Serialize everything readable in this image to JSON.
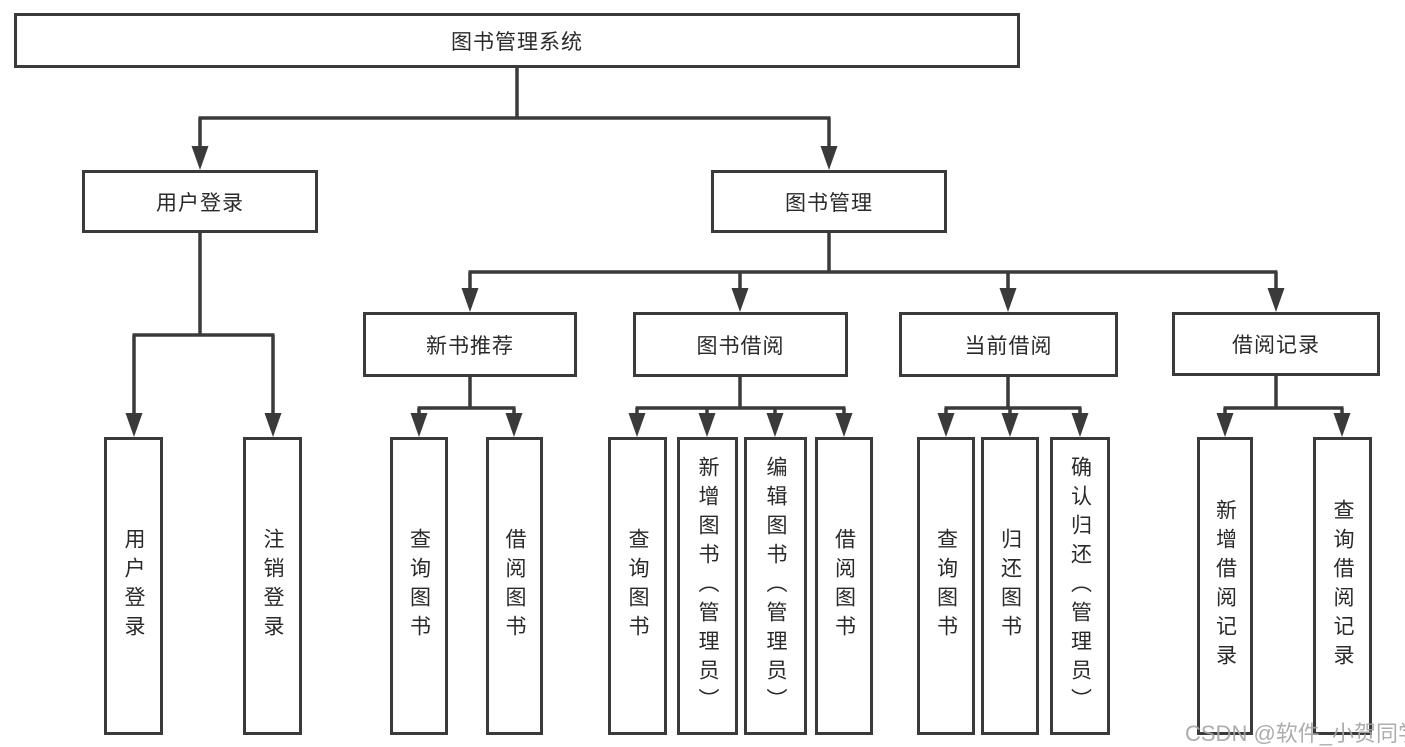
{
  "diagram": {
    "root": {
      "label": "图书管理系统"
    },
    "level2": [
      {
        "id": "user-login",
        "label": "用户登录"
      },
      {
        "id": "book-management",
        "label": "图书管理"
      }
    ],
    "level3": [
      {
        "id": "new-book-recommend",
        "parent": "图书管理",
        "label": "新书推荐"
      },
      {
        "id": "book-borrow",
        "parent": "图书管理",
        "label": "图书借阅"
      },
      {
        "id": "current-borrow",
        "parent": "图书管理",
        "label": "当前借阅"
      },
      {
        "id": "borrow-records",
        "parent": "图书管理",
        "label": "借阅记录"
      }
    ],
    "leaves": [
      {
        "parent": "用户登录",
        "label": "用户登录"
      },
      {
        "parent": "用户登录",
        "label": "注销登录"
      },
      {
        "parent": "新书推荐",
        "label": "查询图书"
      },
      {
        "parent": "新书推荐",
        "label": "借阅图书"
      },
      {
        "parent": "图书借阅",
        "label": "查询图书"
      },
      {
        "parent": "图书借阅",
        "label": "新增图书（管理员）"
      },
      {
        "parent": "图书借阅",
        "label": "编辑图书（管理员）"
      },
      {
        "parent": "图书借阅",
        "label": "借阅图书"
      },
      {
        "parent": "当前借阅",
        "label": "查询图书"
      },
      {
        "parent": "当前借阅",
        "label": "归还图书"
      },
      {
        "parent": "当前借阅",
        "label": "确认归还（管理员）"
      },
      {
        "parent": "借阅记录",
        "label": "新增借阅记录"
      },
      {
        "parent": "借阅记录",
        "label": "查询借阅记录"
      }
    ]
  },
  "watermark": {
    "text": "CSDN @软件_小贺同学"
  },
  "colors": {
    "background": "#ffffff",
    "line": "#3a3a3a",
    "box_border": "#3a3a3a",
    "text": "#2a2a2a",
    "watermark": "#a6a6a6"
  }
}
